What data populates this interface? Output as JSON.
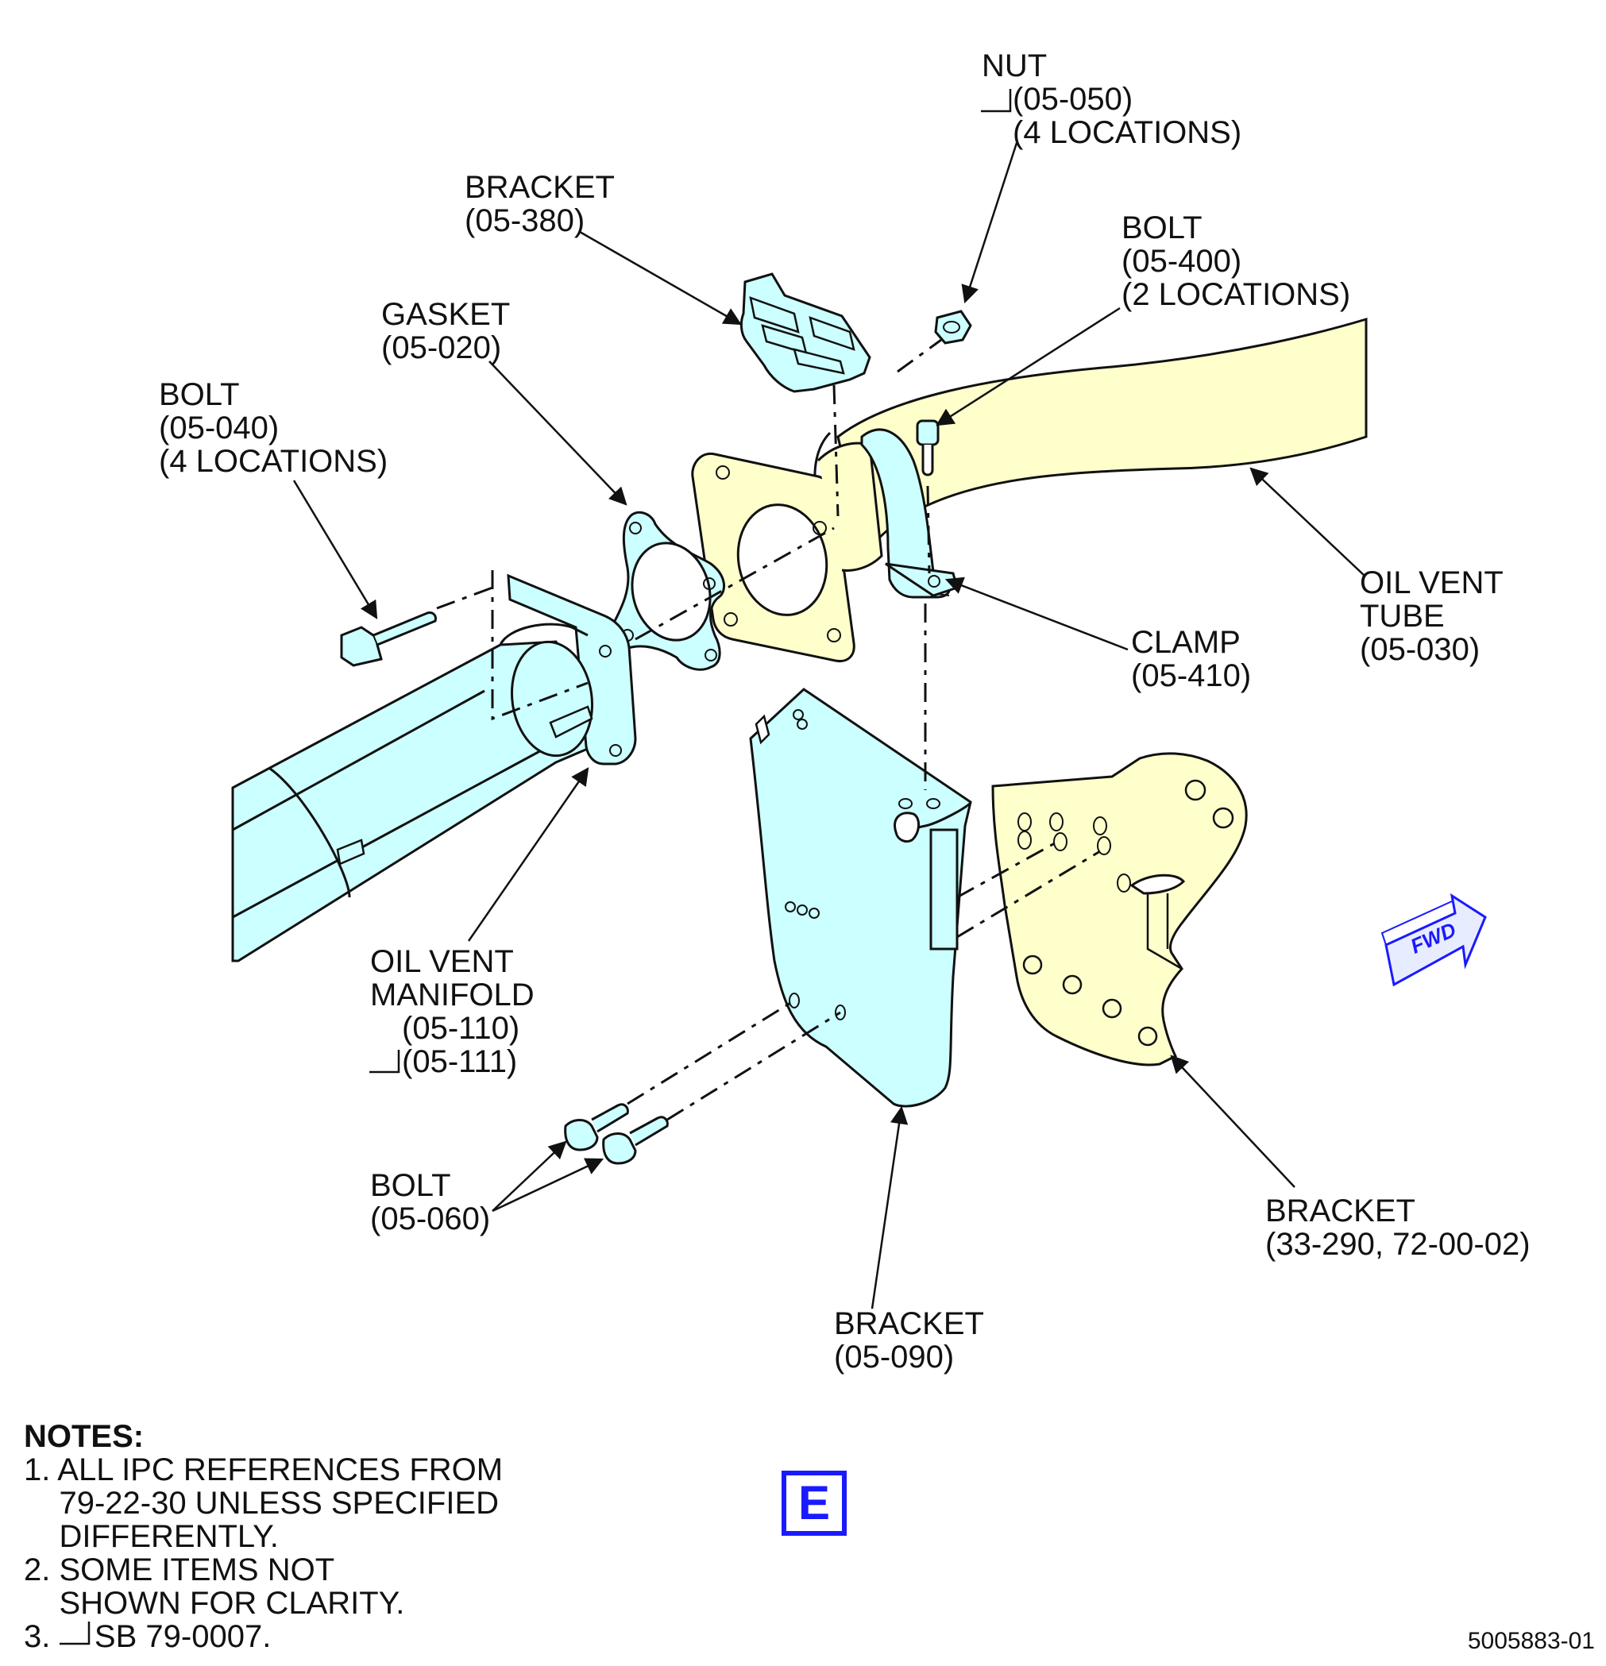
{
  "labels": {
    "nut": {
      "name": "NUT",
      "part": "(05-050)",
      "qty": "(4 LOCATIONS)"
    },
    "bracket_380": {
      "name": "BRACKET",
      "part": "(05-380)"
    },
    "bolt_400": {
      "name": "BOLT",
      "part": "(05-400)",
      "qty": "(2 LOCATIONS)"
    },
    "gasket": {
      "name": "GASKET",
      "part": "(05-020)"
    },
    "bolt_040": {
      "name": "BOLT",
      "part": "(05-040)",
      "qty": "(4 LOCATIONS)"
    },
    "oil_vent_tube": {
      "line1": "OIL VENT",
      "line2": "TUBE",
      "part": "(05-030)"
    },
    "clamp": {
      "name": "CLAMP",
      "part": "(05-410)"
    },
    "manifold": {
      "line1": "OIL VENT",
      "line2": "MANIFOLD",
      "part1": "(05-110)",
      "part2": "(05-111)"
    },
    "bolt_060": {
      "name": "BOLT",
      "part": "(05-060)"
    },
    "bracket_33290": {
      "name": "BRACKET",
      "part": "(33-290, 72-00-02)"
    },
    "bracket_090": {
      "name": "BRACKET",
      "part": "(05-090)"
    }
  },
  "notes": {
    "heading": "NOTES:",
    "n1": "1. ALL IPC REFERENCES FROM\n    79-22-30 UNLESS SPECIFIED\n    DIFFERENTLY.",
    "n2": "2. SOME ITEMS NOT\n    SHOWN FOR CLARITY.",
    "n3": "3.     SB 79-0007."
  },
  "view_label": "E",
  "fwd_label": "FWD",
  "drawing_number": "5005883-01",
  "colors": {
    "cyan_parts": "#ccffff",
    "yellow_parts": "#ffffcc",
    "ink": "#111111",
    "accent": "#1a1aff"
  }
}
